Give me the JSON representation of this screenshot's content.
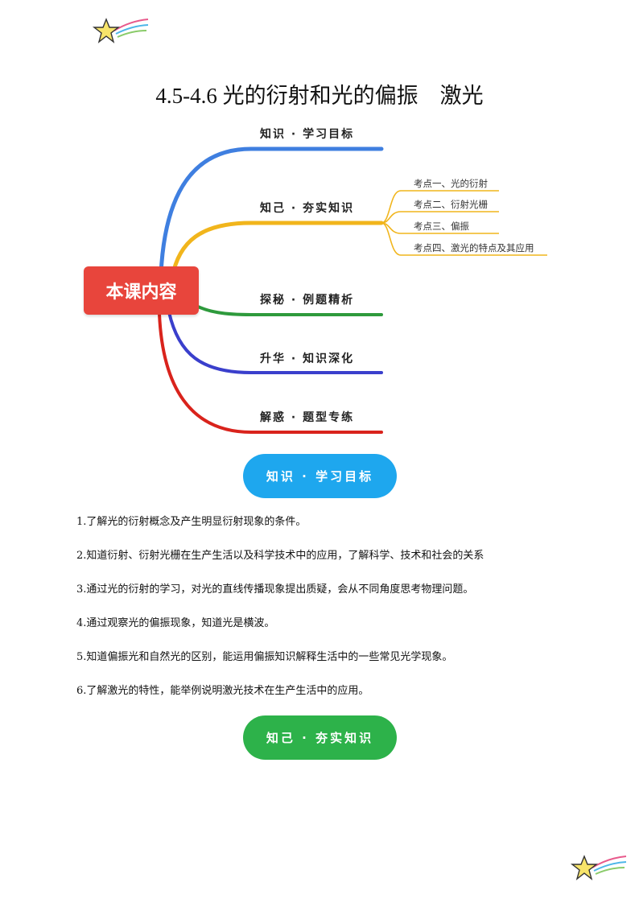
{
  "title": "4.5-4.6 光的衍射和光的偏振　激光",
  "mindmap": {
    "center_label": "本课内容",
    "branches": [
      {
        "label": "知识 · 学习目标",
        "color": "#3f7fe0"
      },
      {
        "label": "知己 · 夯实知识",
        "color": "#f1b51c"
      },
      {
        "label": "探秘 · 例题精析",
        "color": "#2e9a3c"
      },
      {
        "label": "升华 · 知识深化",
        "color": "#3a3fcc"
      },
      {
        "label": "解惑 · 题型专练",
        "color": "#d9231c"
      }
    ],
    "sub_items": [
      "考点一、光的衍射",
      "考点二、衍射光栅",
      "考点三、偏振",
      "考点四、激光的特点及其应用"
    ]
  },
  "section1": {
    "pill_label": "知识 · 学习目标",
    "objectives": [
      "1.了解光的衍射概念及产生明显衍射现象的条件。",
      "2.知道衍射、衍射光栅在生产生活以及科学技术中的应用，了解科学、技术和社会的关系",
      "3.通过光的衍射的学习，对光的直线传播现象提出质疑，会从不同角度思考物理问题。",
      "4.通过观察光的偏振现象，知道光是横波。",
      "5.知道偏振光和自然光的区别，能运用偏振知识解释生活中的一些常见光学现象。",
      "6.了解激光的特性，能举例说明激光技术在生产生活中的应用。"
    ]
  },
  "section2": {
    "pill_label": "知己 · 夯实知识"
  },
  "colors": {
    "center": "#e8453c",
    "pill_blue": "#1ea7ee",
    "pill_green": "#2db24a",
    "star": "#f7e46a"
  },
  "icons": [
    "shooting-star-icon",
    "shooting-star-icon"
  ]
}
